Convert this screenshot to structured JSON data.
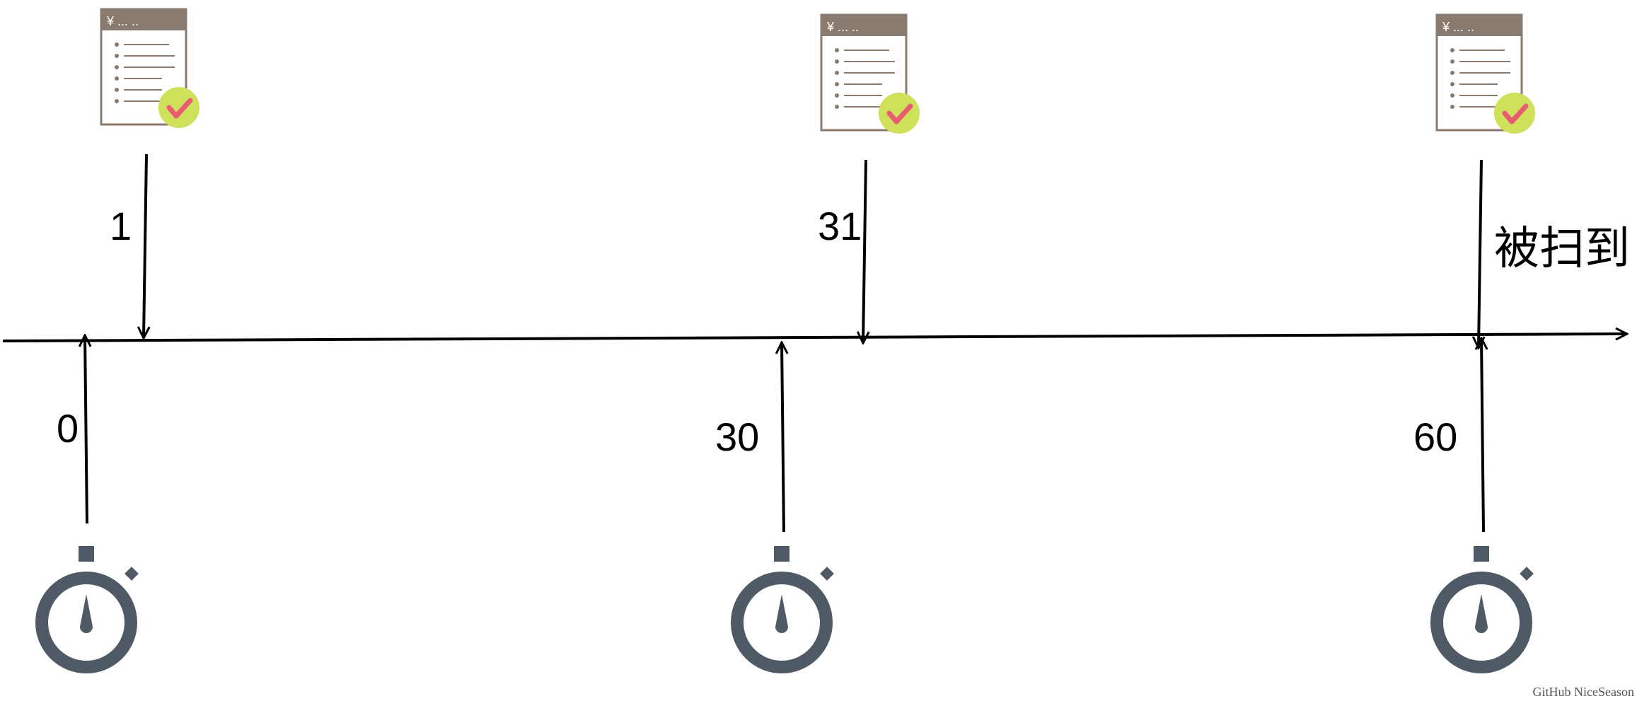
{
  "order_labels": [
    "1",
    "31",
    "被扫到"
  ],
  "timer_labels": [
    "0",
    "30",
    "60"
  ],
  "order_icon": {
    "name": "order-document-icon",
    "header_text": "¥ ... .."
  },
  "timer_icon": {
    "name": "stopwatch-icon"
  },
  "watermark": "GitHub NiceSeason",
  "colors": {
    "line": "#000000",
    "doc_header": "#8a7b70",
    "doc_border": "#8a7b70",
    "check_badge": "#cfe05a",
    "check_mark": "#e85d6f",
    "stopwatch": "#4f5a66"
  }
}
